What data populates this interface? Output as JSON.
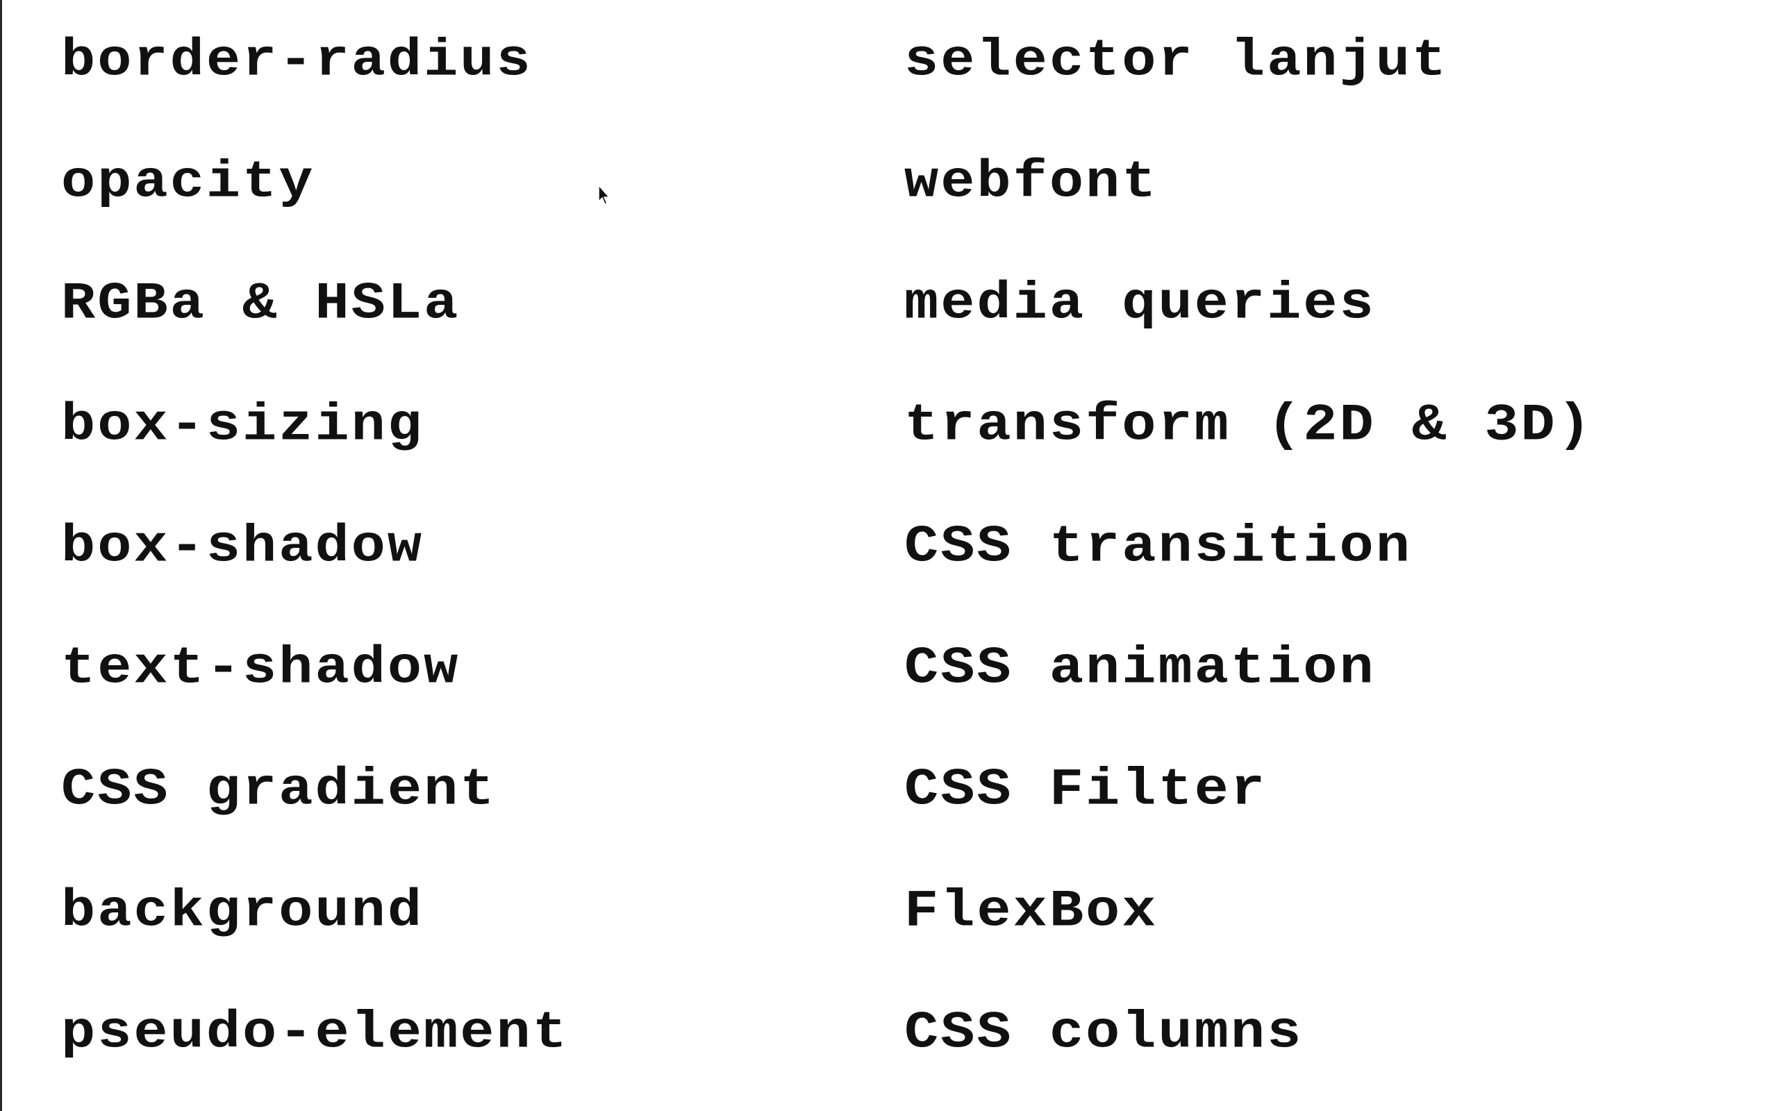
{
  "slide": {
    "left_column": [
      "border-radius",
      "opacity",
      "RGBa & HSLa",
      "box-sizing",
      "box-shadow",
      "text-shadow",
      "CSS gradient",
      "background",
      "pseudo-element"
    ],
    "right_column": [
      "selector lanjut",
      "webfont",
      "media queries",
      "transform (2D & 3D)",
      "CSS transition",
      "CSS animation",
      "CSS Filter",
      "FlexBox",
      "CSS columns"
    ]
  },
  "colors": {
    "background": "#ffffff",
    "text": "#111111"
  },
  "icons": {
    "cursor": "mouse-pointer-icon"
  }
}
